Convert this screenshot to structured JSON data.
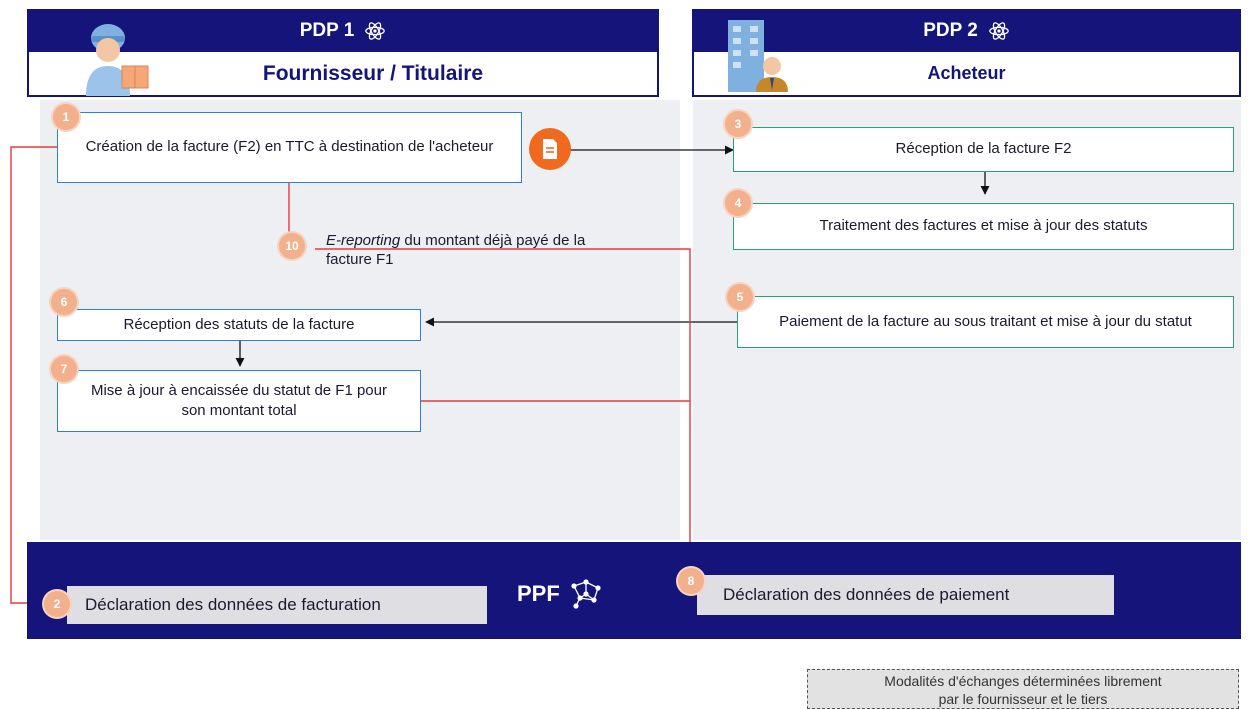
{
  "pdp1": {
    "title": "PDP 1",
    "subtitle": "Fournisseur / Titulaire"
  },
  "pdp2": {
    "title": "PDP 2",
    "subtitle": "Acheteur"
  },
  "steps": {
    "s1": {
      "num": "1",
      "text": "Création de la facture (F2) en TTC  à destination de l'acheteur"
    },
    "s3": {
      "num": "3",
      "text": "Réception de la facture F2"
    },
    "s4": {
      "num": "4",
      "text": "Traitement des factures et mise à jour des statuts"
    },
    "s5": {
      "num": "5",
      "text": "Paiement de la facture au sous traitant et mise à jour du statut"
    },
    "s6": {
      "num": "6",
      "text": "Réception des statuts de la facture"
    },
    "s7": {
      "num": "7",
      "text": "Mise à jour à encaissée du statut de F1 pour son montant total"
    },
    "s10": {
      "num": "10",
      "text_em": "E-reporting",
      "text_rest": " du montant déjà payé de la facture F1"
    }
  },
  "ppf": {
    "title": "PPF",
    "left": {
      "num": "2",
      "text": "Déclaration des données de facturation"
    },
    "right": {
      "num": "8",
      "text": "Déclaration des données de paiement"
    }
  },
  "legend": {
    "text": "Modalités d'échanges déterminées librement par le fournisseur et le tiers"
  },
  "colors": {
    "navy": "#14147a",
    "blue_border": "#2f7fd8",
    "green_border": "#28a07a",
    "red_line": "#e8383d",
    "badge": "#f2b08c",
    "doc_icon": "#ef6a1f"
  },
  "icons": [
    "atom-icon",
    "supplier-person-icon",
    "buyer-building-icon",
    "document-icon",
    "network-icon"
  ]
}
